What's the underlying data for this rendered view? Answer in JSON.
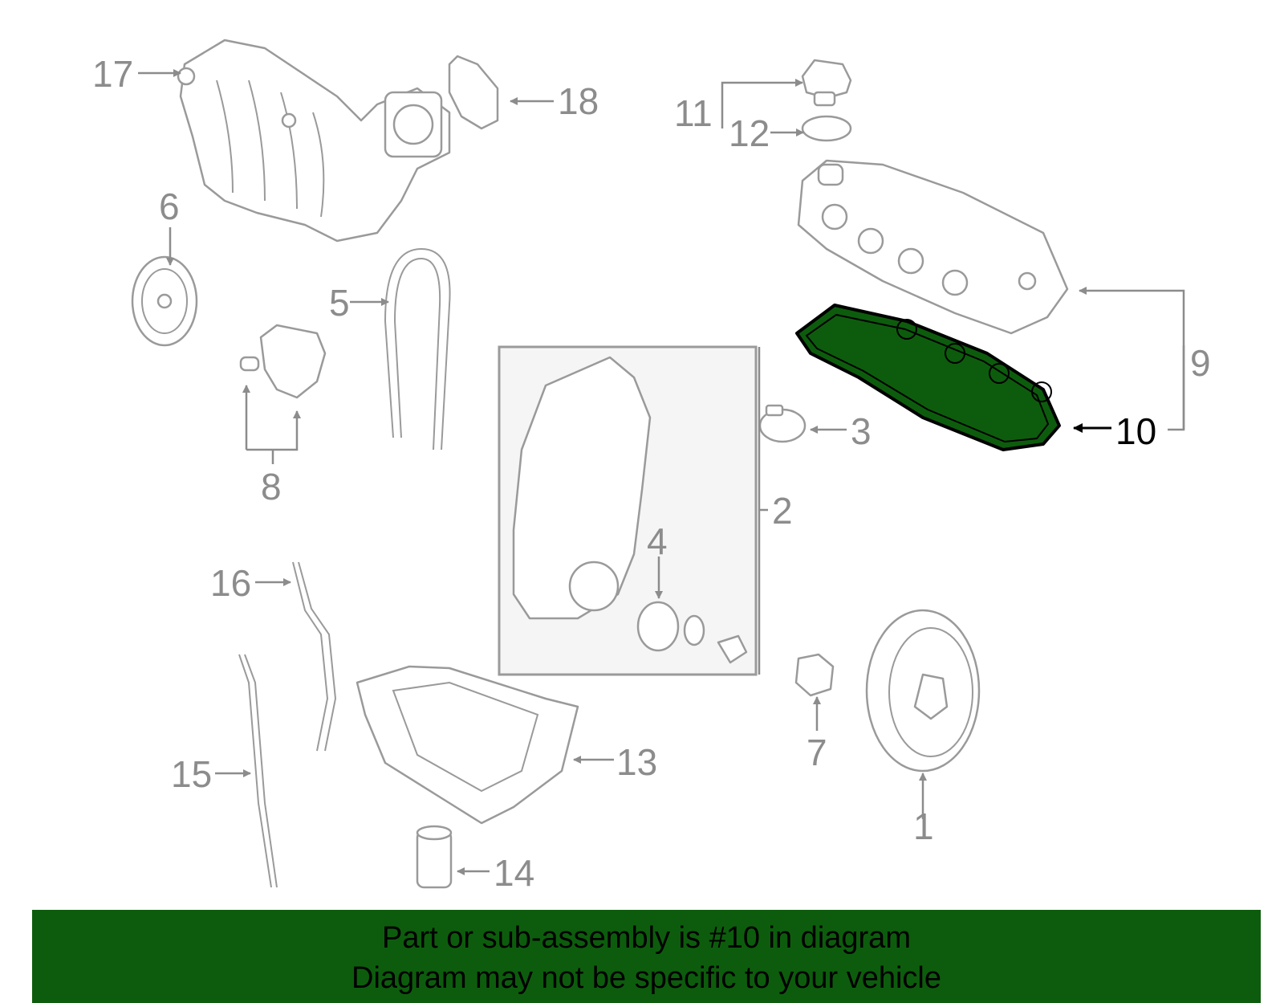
{
  "diagram": {
    "highlight_color": "#0d5c0d",
    "highlighted_part": "10",
    "callouts": {
      "c1": "1",
      "c2": "2",
      "c3": "3",
      "c4": "4",
      "c5": "5",
      "c6": "6",
      "c7": "7",
      "c8": "8",
      "c9": "9",
      "c10": "10",
      "c11": "11",
      "c12": "12",
      "c13": "13",
      "c14": "14",
      "c15": "15",
      "c16": "16",
      "c17": "17",
      "c18": "18"
    }
  },
  "banner": {
    "line1": "Part or sub-assembly is #10 in diagram",
    "line2": "Diagram may not be specific to your vehicle"
  }
}
